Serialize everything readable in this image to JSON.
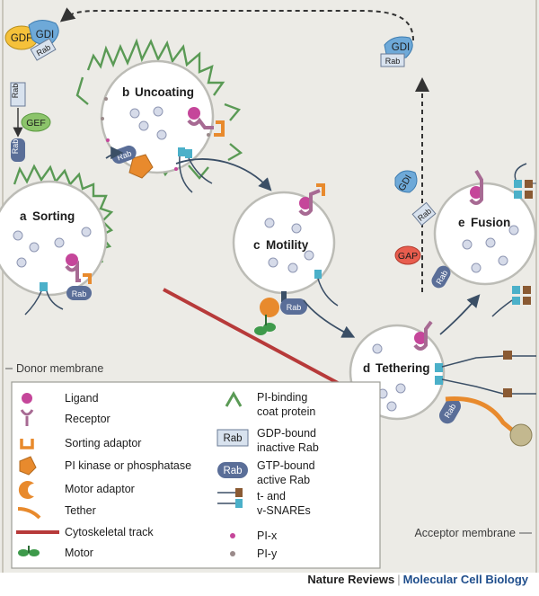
{
  "figure": {
    "stages": {
      "a": {
        "letter": "a",
        "title": "Sorting"
      },
      "b": {
        "letter": "b",
        "title": "Uncoating"
      },
      "c": {
        "letter": "c",
        "title": "Motility"
      },
      "d": {
        "letter": "d",
        "title": "Tethering"
      },
      "e": {
        "letter": "e",
        "title": "Fusion"
      }
    },
    "tags": {
      "gdf": "GDF",
      "gdi": "GDI",
      "rab": "Rab",
      "gef": "GEF",
      "gap": "GAP"
    },
    "membranes": {
      "donor": "Donor membrane",
      "acceptor": "Acceptor membrane"
    },
    "legend": {
      "left": [
        {
          "icon": "ligand-icon",
          "text": "Ligand"
        },
        {
          "icon": "receptor-icon",
          "text": "Receptor"
        },
        {
          "icon": "sorting-adaptor-icon",
          "text": "Sorting adaptor"
        },
        {
          "icon": "pi-kinase-icon",
          "text": "PI kinase or phosphatase"
        },
        {
          "icon": "motor-adaptor-icon",
          "text": "Motor adaptor"
        },
        {
          "icon": "tether-icon",
          "text": "Tether"
        },
        {
          "icon": "cytoskeletal-track-icon",
          "text": "Cytoskeletal track"
        },
        {
          "icon": "motor-icon",
          "text": "Motor"
        }
      ],
      "right": [
        {
          "icon": "coat-protein-icon",
          "line1": "PI-binding",
          "line2": "coat protein"
        },
        {
          "icon": "inactive-rab-icon",
          "tag": "Rab",
          "line1": "GDP-bound",
          "line2": "inactive Rab"
        },
        {
          "icon": "active-rab-icon",
          "tag": "Rab",
          "line1": "GTP-bound",
          "line2": "active Rab"
        },
        {
          "icon": "snare-icon",
          "line1": "t- and",
          "line2": "v-SNAREs"
        },
        {
          "icon": "pi-x-icon",
          "line1": "PI-x"
        },
        {
          "icon": "pi-y-icon",
          "line1": "PI-y"
        }
      ]
    },
    "colors": {
      "background": "#ecebe6",
      "vesicle_fill": "#ffffff",
      "vesicle_stroke": "#b9b9b4",
      "coat_green": "#5a9a55",
      "ligand_magenta": "#c5469a",
      "receptor_mauve": "#a76a93",
      "adaptor_orange": "#e88a2d",
      "rab_inactive": "#b8c9dc",
      "rab_active": "#5a6e98",
      "gdi_blue": "#6ea9d8",
      "gef_green": "#8cc46b",
      "gap_red": "#e85d4e",
      "gdf_yellow": "#f5c13a",
      "track_red": "#b73a3a",
      "snare_teal": "#4bb0c9",
      "snare_brown": "#8a5a33",
      "publisher_blue": "#1f4e8c"
    }
  },
  "footer": {
    "publisher": "Nature Reviews",
    "separator": "|",
    "journal": "Molecular Cell Biology"
  }
}
